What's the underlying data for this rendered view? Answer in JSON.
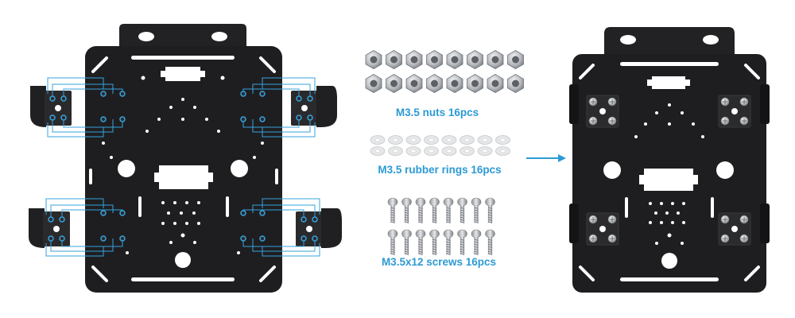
{
  "labels": {
    "nuts": "M3.5 nuts 16pcs",
    "rings": "M3.5 rubber rings 16pcs",
    "screws": "M3.5x12 screws 16pcs"
  },
  "colors": {
    "plate": "#1e1e20",
    "guide_lines": "#35a3de",
    "label_text": "#2c9ad4",
    "arrow": "#2c9ad4",
    "metal": "#b9bcc0"
  },
  "icons": {
    "arrow": "right-arrow-icon"
  }
}
